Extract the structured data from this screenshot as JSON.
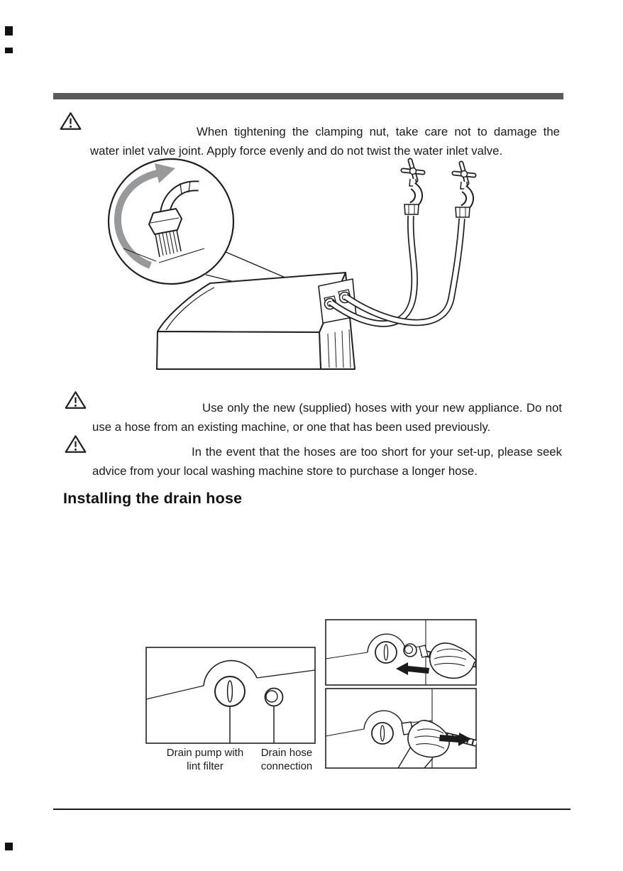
{
  "warnings": [
    {
      "icon": "warning-triangle",
      "text": "When tightening the clamping nut, take care not to damage the water inlet valve joint. Apply force evenly and do not twist the water inlet valve."
    },
    {
      "icon": "warning-triangle",
      "text": "Use only the new (supplied) hoses with your new appliance. Do not use a hose from an existing machine, or one that has been used previously."
    },
    {
      "icon": "warning-triangle",
      "text": "In the event that the hoses are too short for your set-up, please seek advice from your local washing machine store to purchase a longer hose."
    }
  ],
  "section_heading": "Installing the drain hose",
  "drain_figure_labels": {
    "pump": "Drain pump with\nlint filter",
    "connection": "Drain hose\nconnection"
  },
  "figures": {
    "inlet_alt": "Rear of washing machine with two inlet hoses connected to two taps; magnified detail of clamping nut on the water inlet valve",
    "drain_panel_alt": "Lower panel with drain pump cap and drain hose connection",
    "step1_alt": "Hand bringing drain hose toward connection, arrow pointing left",
    "step2_alt": "Hand pushing drain hose onto connection, arrow pointing right"
  },
  "colors": {
    "top_rule": "#595a5c",
    "ink": "#231f20",
    "arrow_gray": "#97999b"
  }
}
